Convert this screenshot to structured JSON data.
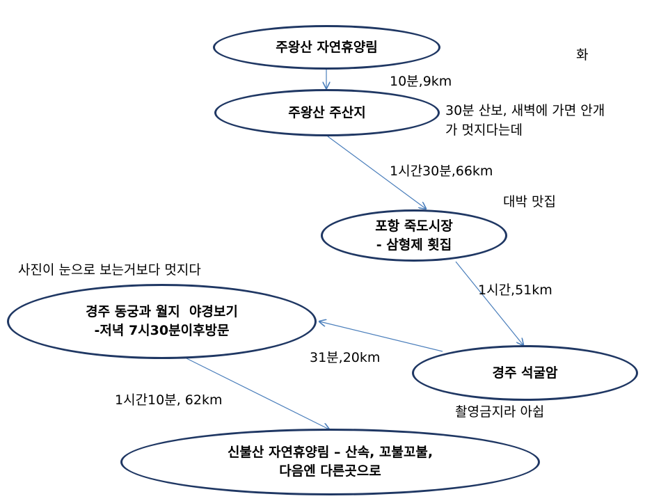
{
  "diagram": {
    "nodes": {
      "n1": [
        "주왕산 자연휴양림"
      ],
      "n2": [
        "주왕산 주산지"
      ],
      "n3": [
        "포항 죽도시장",
        "- 삼형제 횟집"
      ],
      "n4": [
        "경주 동궁과 월지  야경보기",
        "-저녁 7시30분이후방문"
      ],
      "n5": [
        "경주 석굴암"
      ],
      "n6": [
        "신불산 자연휴양림 – 산속, 꼬불꼬불,",
        "다음엔 다른곳으로"
      ]
    },
    "edges": {
      "e1": "10분,9km",
      "e2": "1시간30분,66km",
      "e3": "1시간,51km",
      "e4": "31분,20km",
      "e5": "1시간10분, 62km"
    },
    "notes": {
      "day": "화",
      "n2_note": [
        "30분 산보, 새벽에 가면 안개",
        "가 멋지다는데"
      ],
      "n3_note": "대박 맛집",
      "n4_note": "사진이 눈으로 보는거보다 멋지다",
      "n5_note": "촬영금지라 아쉽"
    }
  }
}
